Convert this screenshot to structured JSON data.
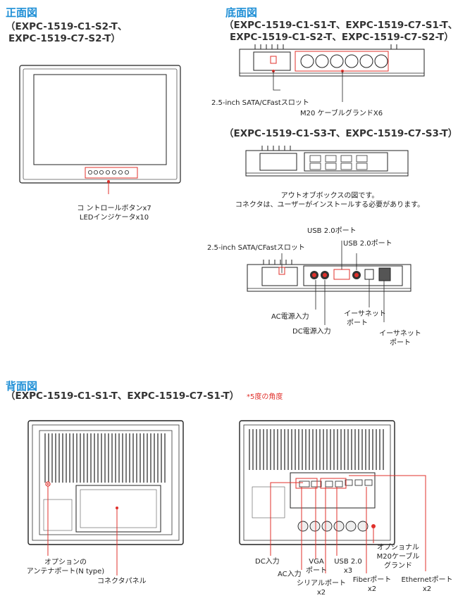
{
  "front": {
    "heading": "正面図",
    "models": [
      "（EXPC-1519-C1-S2-T、",
      "EXPC-1519-C7-S2-T）"
    ],
    "labels": [
      "コ ントロールボタンx7",
      "LEDインジケータx10"
    ]
  },
  "bottom": {
    "heading": "底面図",
    "models_s1s2": [
      "（EXPC-1519-C1-S1-T、EXPC-1519-C7-S1-T、",
      "EXPC-1519-C1-S2-T、EXPC-1519-C7-S2-T）"
    ],
    "label_slot": "2.5-inch SATA/CFastスロット",
    "label_gland": "M20 ケーブルグランドX6",
    "models_s3": "（EXPC-1519-C1-S3-T、EXPC-1519-C7-S3-T）",
    "outbox_note": [
      "アウトオブボックスの図です。",
      "コネクタは、ユーザーがインストールする必要があります。"
    ],
    "s3_labels": {
      "usb_a": "USB 2.0ポート",
      "usb_b": "USB 2.0ポート",
      "slot": "2.5-inch SATA/CFastスロット",
      "ac": "AC電源入力",
      "dc": "DC電源入力",
      "eth_a": [
        "イーサネット",
        "ポート"
      ],
      "eth_b": [
        "イーサネット",
        "ポート"
      ]
    }
  },
  "rear": {
    "heading": "背面図",
    "models": "（EXPC-1519-C1-S1-T、EXPC-1519-C7-S1-T）",
    "angle_note": "*5度の角度",
    "left_labels": {
      "antenna": [
        "オプションの",
        "アンテナポート(N type)"
      ],
      "panel": "コネクタパネル"
    },
    "right_labels": {
      "dc": "DC入力",
      "ac": "AC入力",
      "vga": [
        "VGA",
        "ポート"
      ],
      "serial": [
        "シリアルポート",
        "x2"
      ],
      "usb": [
        "USB 2.0",
        "x3"
      ],
      "fiber": [
        "Fiberポート",
        "x2"
      ],
      "gland": [
        "オプショナル",
        "M20ケーブル",
        "グランド"
      ],
      "ethernet": [
        "Ethernetポート",
        "x2"
      ]
    }
  },
  "colors": {
    "heading": "#1f8fd6",
    "callout": "#e0302b"
  }
}
